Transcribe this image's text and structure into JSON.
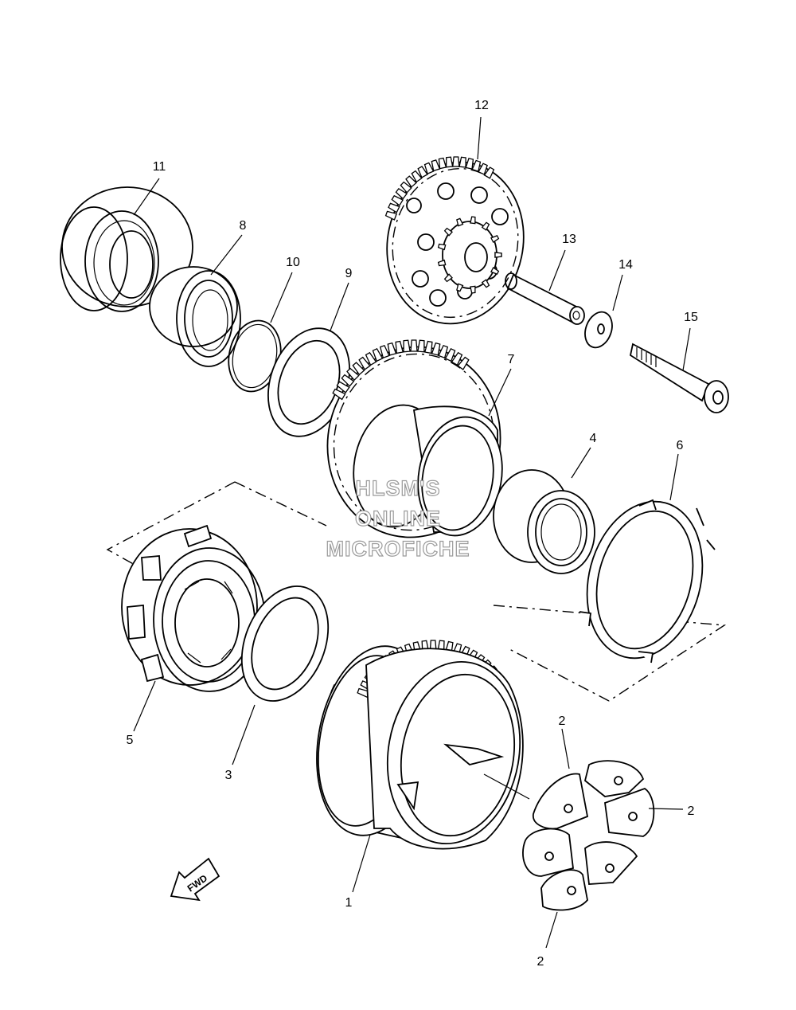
{
  "callouts": [
    {
      "id": "c1",
      "label": "1"
    },
    {
      "id": "c2a",
      "label": "2"
    },
    {
      "id": "c2b",
      "label": "2"
    },
    {
      "id": "c2c",
      "label": "2"
    },
    {
      "id": "c3",
      "label": "3"
    },
    {
      "id": "c4",
      "label": "4"
    },
    {
      "id": "c5",
      "label": "5"
    },
    {
      "id": "c6",
      "label": "6"
    },
    {
      "id": "c7",
      "label": "7"
    },
    {
      "id": "c8",
      "label": "8"
    },
    {
      "id": "c9",
      "label": "9"
    },
    {
      "id": "c10",
      "label": "10"
    },
    {
      "id": "c11",
      "label": "11"
    },
    {
      "id": "c12",
      "label": "12"
    },
    {
      "id": "c13",
      "label": "13"
    },
    {
      "id": "c14",
      "label": "14"
    },
    {
      "id": "c15",
      "label": "15"
    }
  ],
  "watermark": {
    "line1": "HLSM'S",
    "line2": "ONLINE",
    "line3": "MICROFICHE"
  },
  "fwd_arrow_label": "FWD"
}
